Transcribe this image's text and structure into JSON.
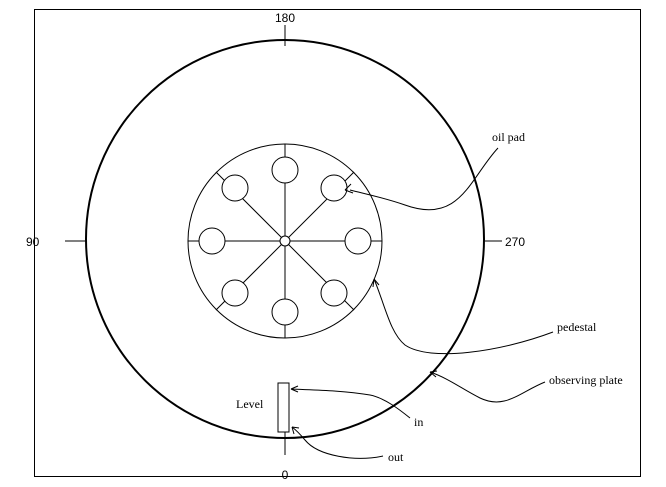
{
  "diagram": {
    "angles": {
      "top": "180",
      "left": "90",
      "right": "270",
      "bottom": "0"
    },
    "labels": {
      "oil_pad": "oil pad",
      "pedestal": "pedestal",
      "observing_plate": "observing plate",
      "level": "Level",
      "in": "in",
      "out": "out"
    }
  }
}
